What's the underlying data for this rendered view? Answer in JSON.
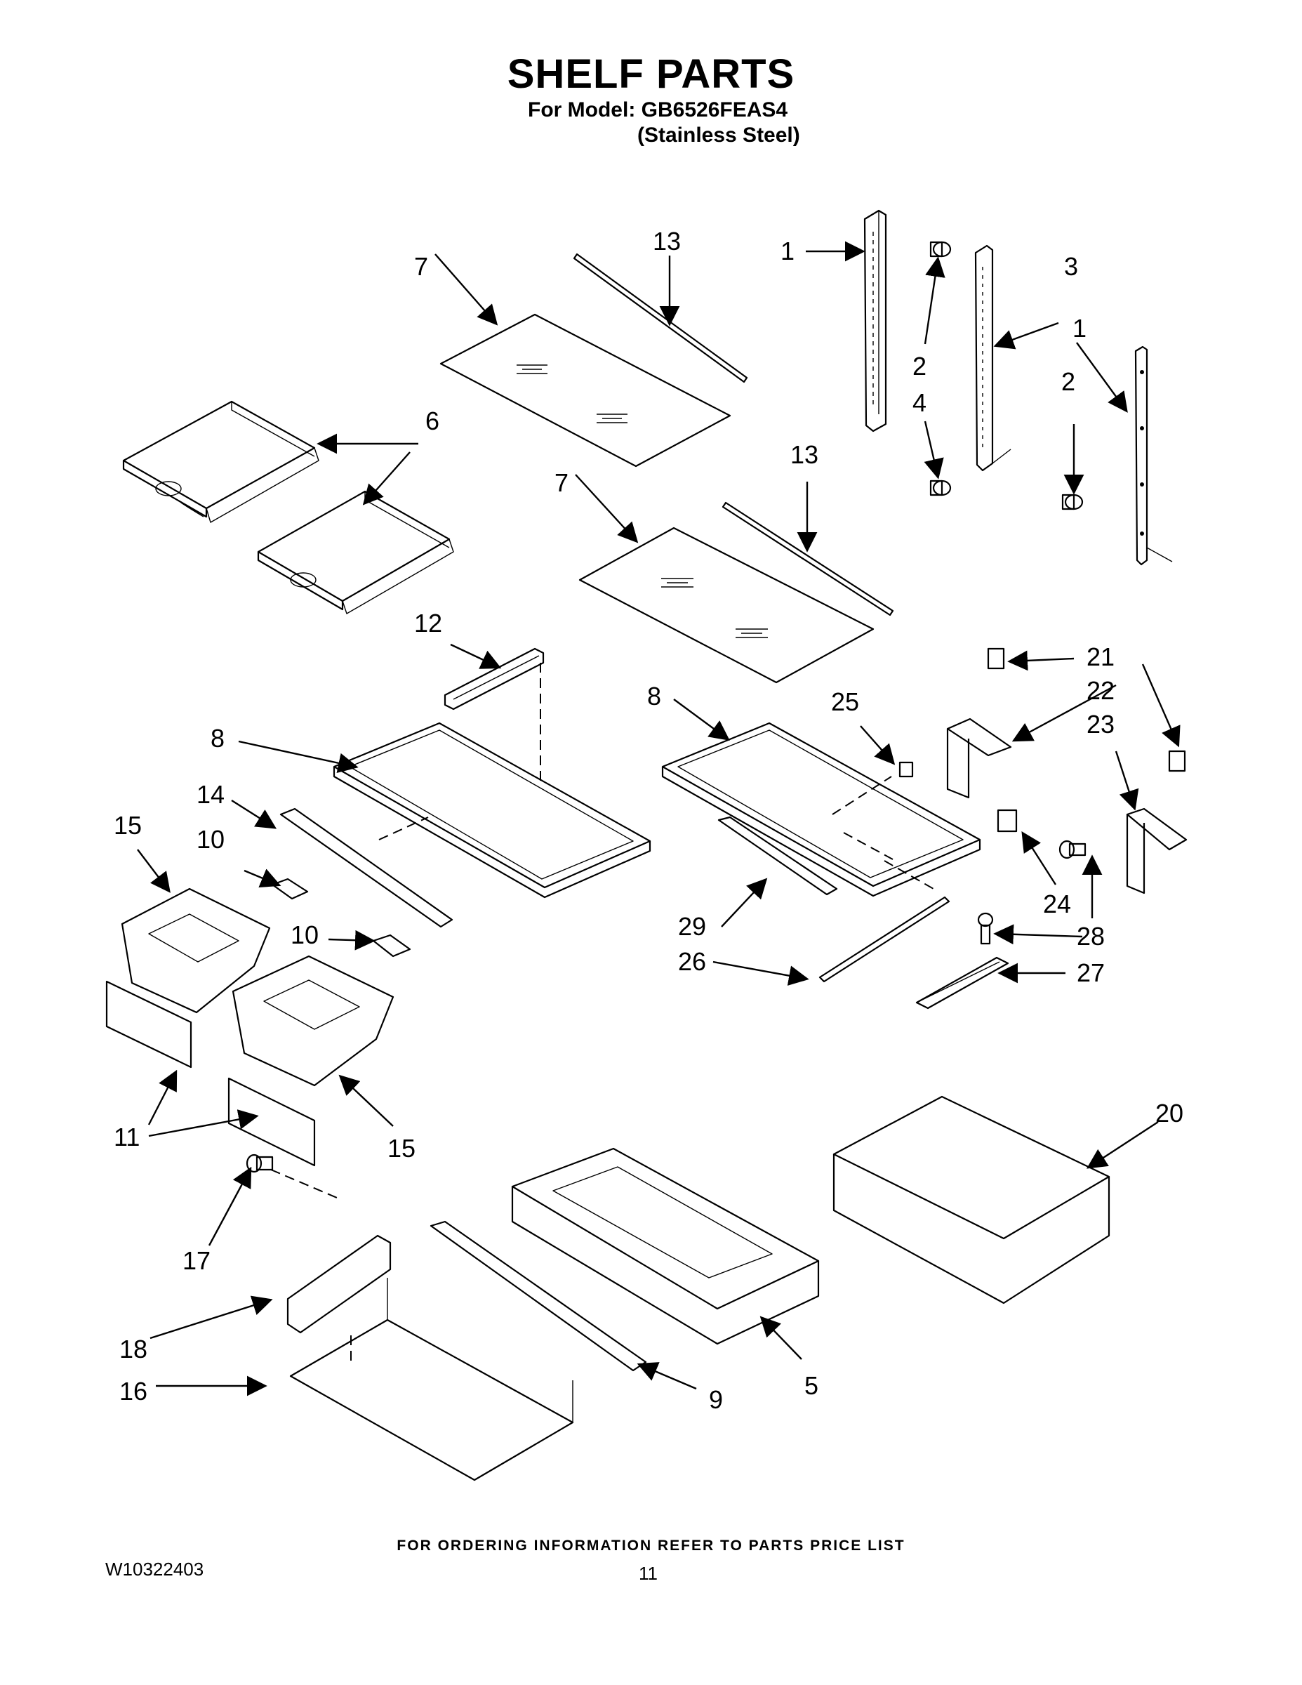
{
  "header": {
    "title": "SHELF PARTS",
    "model_line": "For Model: GB6526FEAS4",
    "finish_line": "(Stainless Steel)"
  },
  "callouts": {
    "c1a": "1",
    "c1b": "1",
    "c2a": "2",
    "c2b": "2",
    "c3": "3",
    "c4": "4",
    "c5": "5",
    "c6": "6",
    "c7a": "7",
    "c7b": "7",
    "c8a": "8",
    "c8b": "8",
    "c9": "9",
    "c10a": "10",
    "c10b": "10",
    "c11": "11",
    "c12": "12",
    "c13a": "13",
    "c13b": "13",
    "c14": "14",
    "c15a": "15",
    "c15b": "15",
    "c16": "16",
    "c17": "17",
    "c18": "18",
    "c20": "20",
    "c21": "21",
    "c22": "22",
    "c23": "23",
    "c24": "24",
    "c25": "25",
    "c26": "26",
    "c27": "27",
    "c28": "28",
    "c29": "29"
  },
  "footer": {
    "ordering_note": "FOR ORDERING INFORMATION REFER TO PARTS PRICE LIST",
    "document_number": "W10322403",
    "page_number": "11"
  }
}
